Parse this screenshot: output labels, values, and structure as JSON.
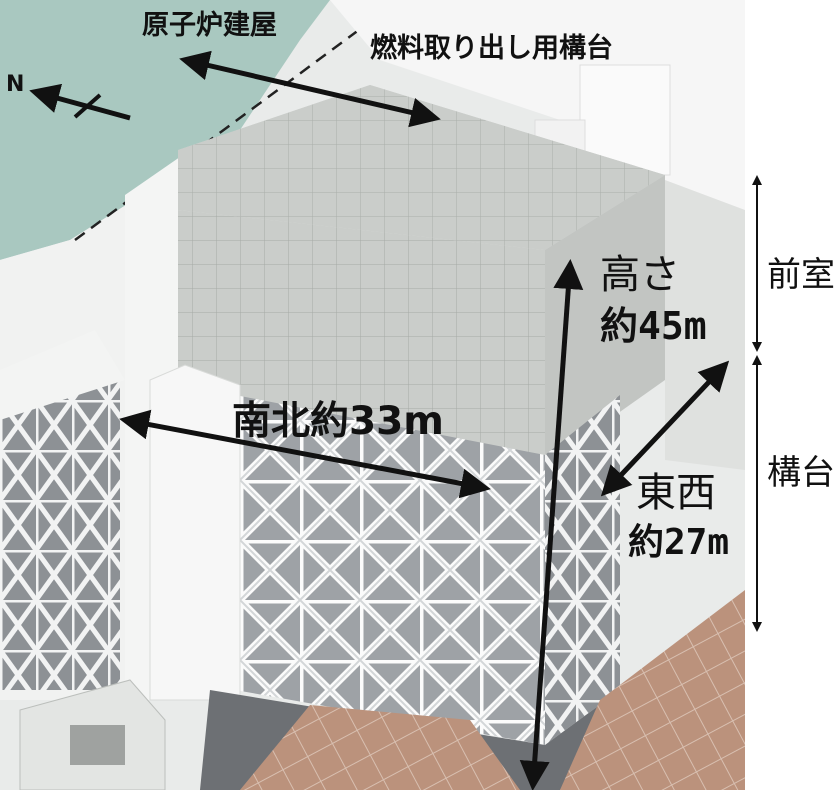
{
  "labels": {
    "reactor_building": "原子炉建屋",
    "fuel_removal_platform": "燃料取り出し用構台",
    "north": "N",
    "height_line1": "高さ",
    "height_line2": "約45m",
    "south_north": "南北約33m",
    "east_west_line1": "東西",
    "east_west_line2": "約27m",
    "front_room": "前室",
    "platform": "構台"
  },
  "colors": {
    "ground_green": "#a9c8c0",
    "wall_white": "#eef0ee",
    "roof_tile": "#c9cbc8",
    "tile_grid": "#aeb1ae",
    "truss": "#f7f8f7",
    "base_dark": "#6e7073",
    "brick": "#b98f7a",
    "annotation": "#111111"
  }
}
